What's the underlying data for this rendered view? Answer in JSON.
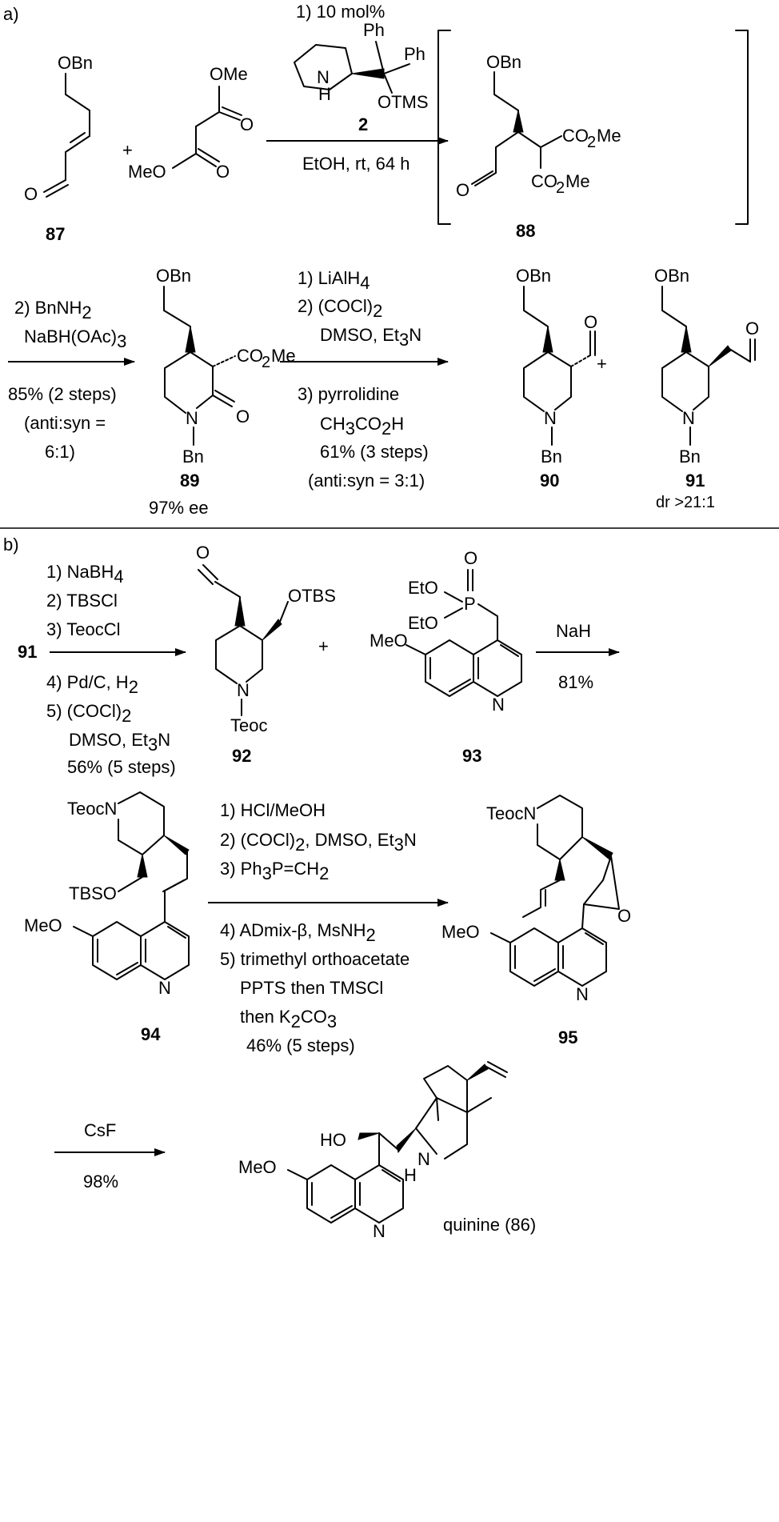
{
  "parts": [
    "a)",
    "b)"
  ],
  "compounds": {
    "c87": "87",
    "c88": "88",
    "c89": "89",
    "c90": "90",
    "c91": "91",
    "c92": "92",
    "c93": "93",
    "c94": "94",
    "c95": "95"
  },
  "quinine": {
    "name": "quinine",
    "num": "86"
  },
  "atoms": {
    "OBn": "OBn",
    "O": "O",
    "OMe": "OMe",
    "MeO": "MeO",
    "Ph": "Ph",
    "N": "N",
    "H": "H",
    "OTMS": "OTMS",
    "CO2Me": "CO",
    "sub2": "2",
    "Me": "Me",
    "Bn": "Bn",
    "OTBS": "OTBS",
    "Teoc": "Teoc",
    "TeocN": "TeocN",
    "TBSO": "TBSO",
    "EtO": "EtO",
    "P": "P",
    "HO": "HO",
    "plus": "+"
  },
  "step1": {
    "line1": "1) 10 mol%",
    "catalyst_num": "2",
    "cond": "EtOH, rt, 64 h"
  },
  "step2": {
    "reagent_a": "2) BnNH",
    "reagent_a_sub": "2",
    "reagent_b": "NaBH(OAc)",
    "reagent_b_sub": "3",
    "yield": "85%  (2 steps)",
    "ratio_open": "(",
    "anti": "anti",
    "colon": ":",
    "syn": "syn",
    "ratio_eq": " =",
    "ratio_val": "6:1)",
    "ee_val": "97% ",
    "ee": "ee"
  },
  "step3": {
    "r1": "1) LiAlH",
    "r1_sub": "4",
    "r2": "2) (COCl)",
    "r2_sub": "2",
    "r2b": "DMSO, Et",
    "r2b_sub": "3",
    "r2b_end": "N",
    "r3": "3) pyrrolidine",
    "r3b": "CH",
    "r3b_sub1": "3",
    "r3b_mid": "CO",
    "r3b_sub2": "2",
    "r3b_end": "H",
    "yield": "61% (3 steps)",
    "ratio_open": "(",
    "ratio_close": " = 3:1)",
    "dr": "dr >21:1"
  },
  "step4": {
    "r1": "1) NaBH",
    "r1_sub": "4",
    "r2": "2) TBSCl",
    "r3": "3) TeocCl",
    "r4": "4) Pd/C, H",
    "r4_sub": "2",
    "r5": "5) (COCl)",
    "r5_sub": "2",
    "r5b": "DMSO, Et",
    "r5b_sub": "3",
    "r5b_end": "N",
    "yield": "56% (5 steps)"
  },
  "step5": {
    "reagent": "NaH",
    "yield": "81%"
  },
  "step6": {
    "r1": "1) HCl/MeOH",
    "r2": "2) (COCl)",
    "r2_sub": "2",
    "r2_end": ", DMSO, Et",
    "r2_sub2": "3",
    "r2_fin": "N",
    "r3": "3) Ph",
    "r3_sub": "3",
    "r3_mid": "P=CH",
    "r3_sub2": "2",
    "r4": "4) ADmix-β, MsNH",
    "r4_sub": "2",
    "r5": "5) trimethyl orthoacetate",
    "r5b": "PPTS then TMSCl",
    "r5c": "then K",
    "r5c_sub1": "2",
    "r5c_mid": "CO",
    "r5c_sub2": "3",
    "yield": "46% (5 steps)"
  },
  "step7": {
    "reagent": "CsF",
    "yield": "98%"
  }
}
